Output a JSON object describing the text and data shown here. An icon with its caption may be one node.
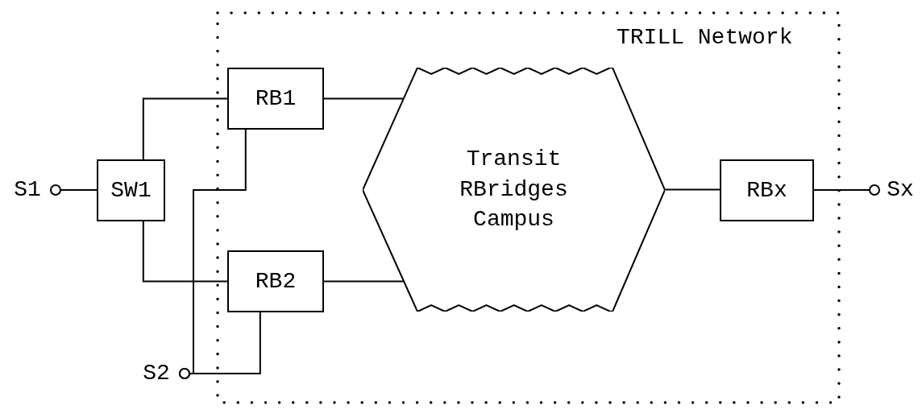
{
  "diagram": {
    "nodes": [
      {
        "text": [
          "TRILL Network"
        ]
      },
      {
        "text": [
          "RB1"
        ],
        "in": 0
      },
      {
        "text": [
          "Transit RBridges Campus"
        ],
        "in": 0
      },
      {
        "text": [
          "RBx"
        ],
        "in": 0
      },
      {
        "text": [
          "RB2"
        ],
        "in": 0
      },
      {
        "text": [
          "S1"
        ]
      },
      {
        "text": [
          "SW1"
        ]
      },
      {
        "text": [
          "S2"
        ]
      },
      {
        "text": [
          "Sx"
        ]
      }
    ],
    "edges": [
      {
        "from": 5,
        "to": 6,
        "arrow": "other"
      },
      {
        "from": 6,
        "to": 1,
        "arrow": "none"
      },
      {
        "from": 6,
        "to": 4,
        "arrow": "none"
      },
      {
        "from": 7,
        "to": 1,
        "arrow": "other"
      },
      {
        "from": 7,
        "to": 4,
        "arrow": "other"
      },
      {
        "from": 1,
        "to": 2,
        "arrow": "none"
      },
      {
        "from": 4,
        "to": 2,
        "arrow": "none"
      },
      {
        "from": 2,
        "to": 3,
        "arrow": "none"
      },
      {
        "from": 8,
        "to": 3,
        "arrow": "other"
      }
    ]
  }
}
